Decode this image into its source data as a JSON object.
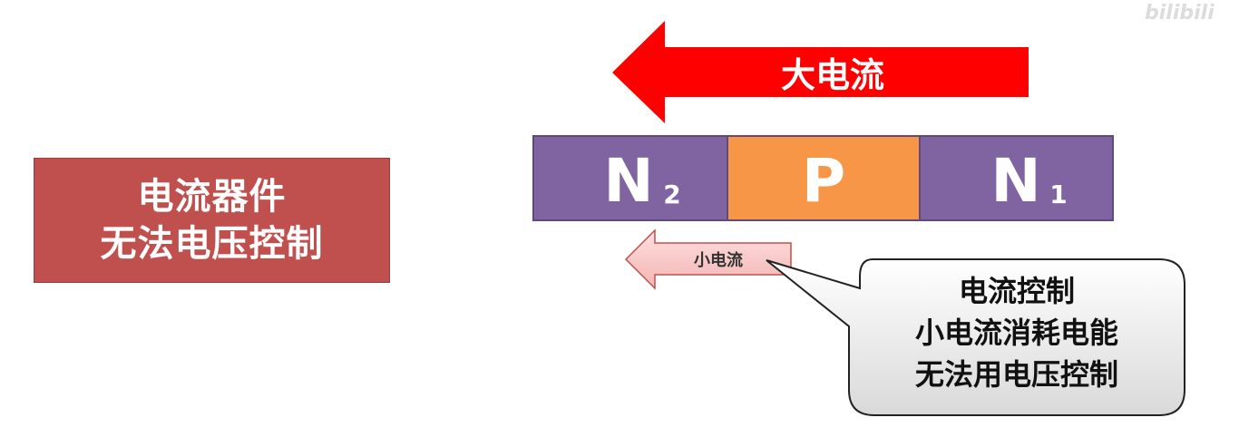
{
  "watermark": "bilibili",
  "left_box": {
    "line1": "电流器件",
    "line2": "无法电压控制"
  },
  "big_arrow": {
    "label": "大电流",
    "color": "#ff0000"
  },
  "small_arrow": {
    "label": "小电流",
    "color": "#f5b7b5"
  },
  "regions": [
    {
      "letter": "N",
      "sub": "2",
      "color": "#8064a2"
    },
    {
      "letter": "P",
      "sub": "",
      "color": "#f79646"
    },
    {
      "letter": "N",
      "sub": "1",
      "color": "#8064a2"
    }
  ],
  "callout": {
    "lines": [
      "电流控制",
      "小电流消耗电能",
      "无法用电压控制"
    ]
  },
  "colors": {
    "red_box": "#c0504d",
    "n_region": "#8064a2",
    "p_region": "#f79646",
    "callout_fill": "#e8e8e8"
  }
}
